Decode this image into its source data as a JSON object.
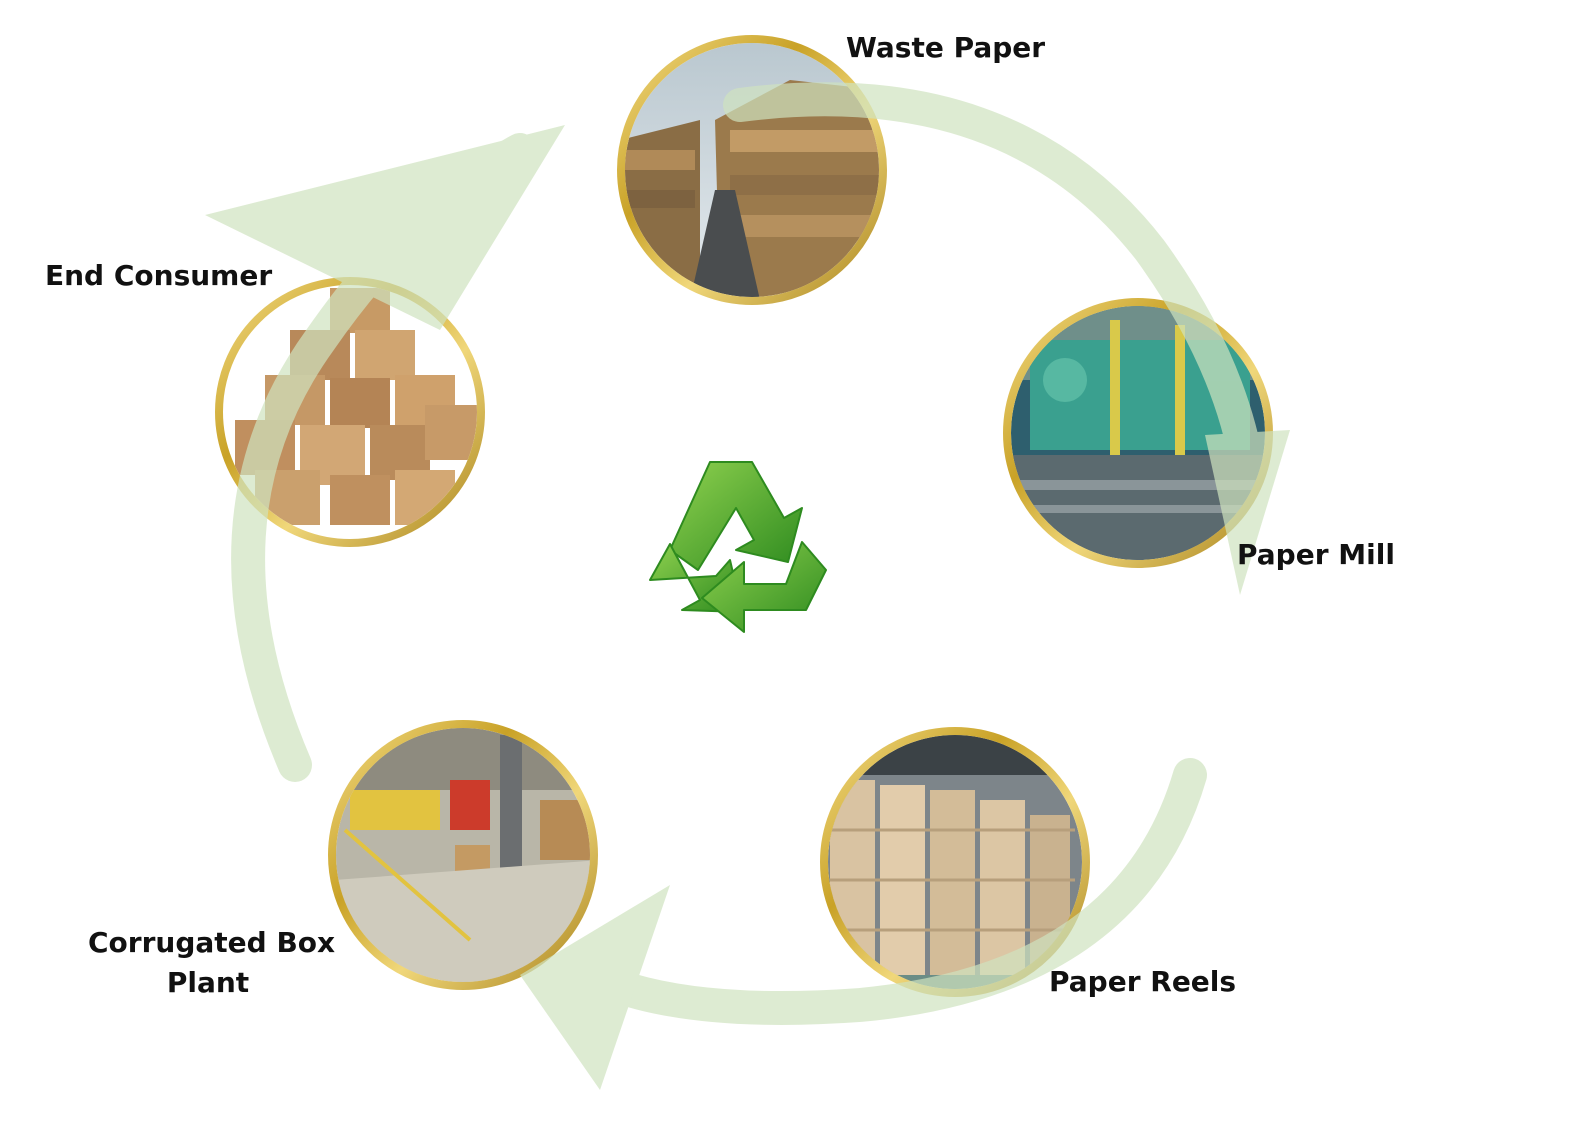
{
  "diagram": {
    "stages": [
      {
        "id": "waste-paper",
        "label": "Waste Paper"
      },
      {
        "id": "paper-mill",
        "label": "Paper Mill"
      },
      {
        "id": "paper-reels",
        "label": "Paper Reels"
      },
      {
        "id": "corrugated-box-plant",
        "label": "Corrugated Box Plant",
        "lines": [
          "Corrugated Box",
          "Plant"
        ]
      },
      {
        "id": "end-consumer",
        "label": "End Consumer"
      }
    ],
    "center_icon": "recycle-icon"
  },
  "colors": {
    "arrow": "#cfe3bf",
    "ring_gold": "#c9a227",
    "ring_gold_light": "#f0d77a",
    "recycle_dark": "#2e8b1f",
    "recycle_light": "#7cc242",
    "label": "#111111"
  },
  "icons": [
    "recycle-icon",
    "waste-paper-photo",
    "paper-mill-photo",
    "paper-reels-photo",
    "corrugated-box-plant-photo",
    "end-consumer-photo"
  ]
}
